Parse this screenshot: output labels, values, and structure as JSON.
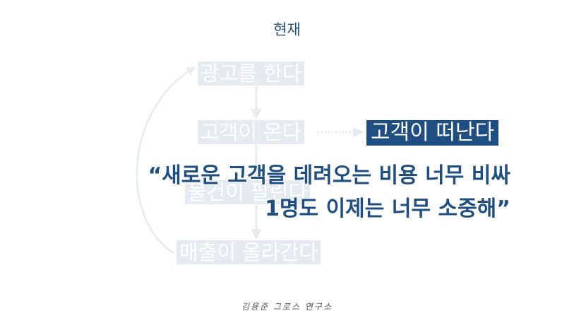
{
  "title": "현재",
  "cycle": {
    "ad": "광고를 한다",
    "customers_come": "고객이 온다",
    "goods_sell": "물건이 팔린다",
    "sales_rise": "매출이 올라간다"
  },
  "branch": {
    "customers_leave": "고객이 떠난다"
  },
  "quote": {
    "line1": "“새로운 고객을 데려오는 비용 너무 비싸",
    "line2": "1명도 이제는 너무 소중해”"
  },
  "signature": "김용준 그로스 연구소",
  "colors": {
    "accent": "#1f4f82",
    "faded_box": "#e6ebf1",
    "connector": "#e6ebf1"
  }
}
